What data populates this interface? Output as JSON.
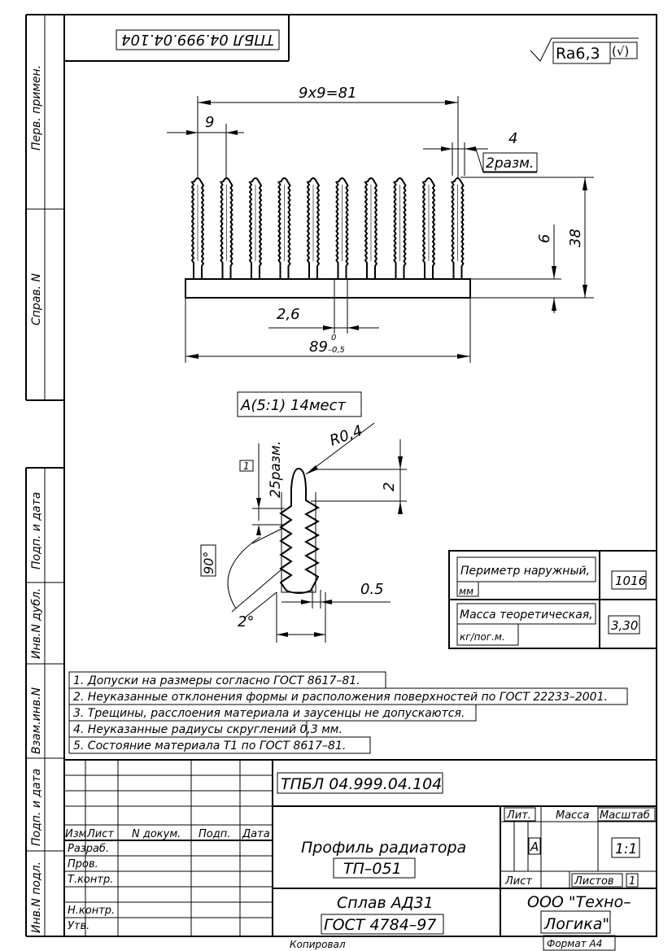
{
  "drawing": {
    "designation_rotated": "ТПБЛ 04.999.04.104",
    "roughness": "Ra6,3",
    "roughness_bracket": "(√)",
    "title": "ТПБЛ 04.999.04.104",
    "name_line1": "Профиль радиатора",
    "name_line2": "ТП–051",
    "material_line1": "Сплав АД31",
    "material_line2": "ГОСТ 4784–97",
    "company_line1": "ООО \"Техно–",
    "company_line2": "Логика\"",
    "copied": "Копировал",
    "format": "Формат А4"
  },
  "side_labels": [
    "Перв. примен.",
    "Справ. N",
    "Подп. и дата",
    "Инв.N дубл.",
    "Взам.инв.N",
    "Подп. и дата",
    "Инв.N подл."
  ],
  "dims": {
    "pitch_total": "9x9=81",
    "pitch": "9",
    "fin_thickness": "4",
    "fin_count": "2разм.",
    "height": "38",
    "base": "6",
    "gap": "2,6",
    "width": "89",
    "width_tol_upper": "0",
    "width_tol_lower": "–0,5"
  },
  "detail": {
    "title": "А(5:1) 14мест",
    "radius": "R0,4",
    "tooth_box": "1",
    "tooth_count": "25разм.",
    "tip": "2",
    "angle": "90°",
    "draft": "2°",
    "gap": "0.5"
  },
  "props": {
    "perimeter_label_1": "Периметр наружный,",
    "perimeter_label_2": "мм",
    "perimeter_value": "1016",
    "mass_label_1": "Масса теоретическая,",
    "mass_label_2": "кг/пог.м.",
    "mass_value": "3,30"
  },
  "notes": [
    "1. Допуски на размеры согласно ГОСТ 8617–81.",
    "2. Неуказанные отклонения формы и расположения поверхностей по ГОСТ 22233–2001.",
    "3. Трещины, расслоения материала и заусенцы не допускаются.",
    "4. Неуказанные радиусы скруглений 0,3 мм.",
    "5. Состояние материала Т1 по ГОСТ 8617–81."
  ],
  "titleblock": {
    "col_izm": "Изм",
    "col_list": "Лист",
    "col_ndok": "N докум.",
    "col_podp": "Подп.",
    "col_data": "Дата",
    "razrab": "Разраб.",
    "prov": "Пров.",
    "tkontr": "Т.контр.",
    "nkontr": "Н.контр.",
    "utv": "Утв.",
    "lit": "Лит.",
    "massa": "Масса",
    "masshtab": "Масштаб",
    "lit_value": "А",
    "scale_value": "1:1",
    "list": "Лист",
    "listov": "Листов",
    "listov_value": "1"
  }
}
